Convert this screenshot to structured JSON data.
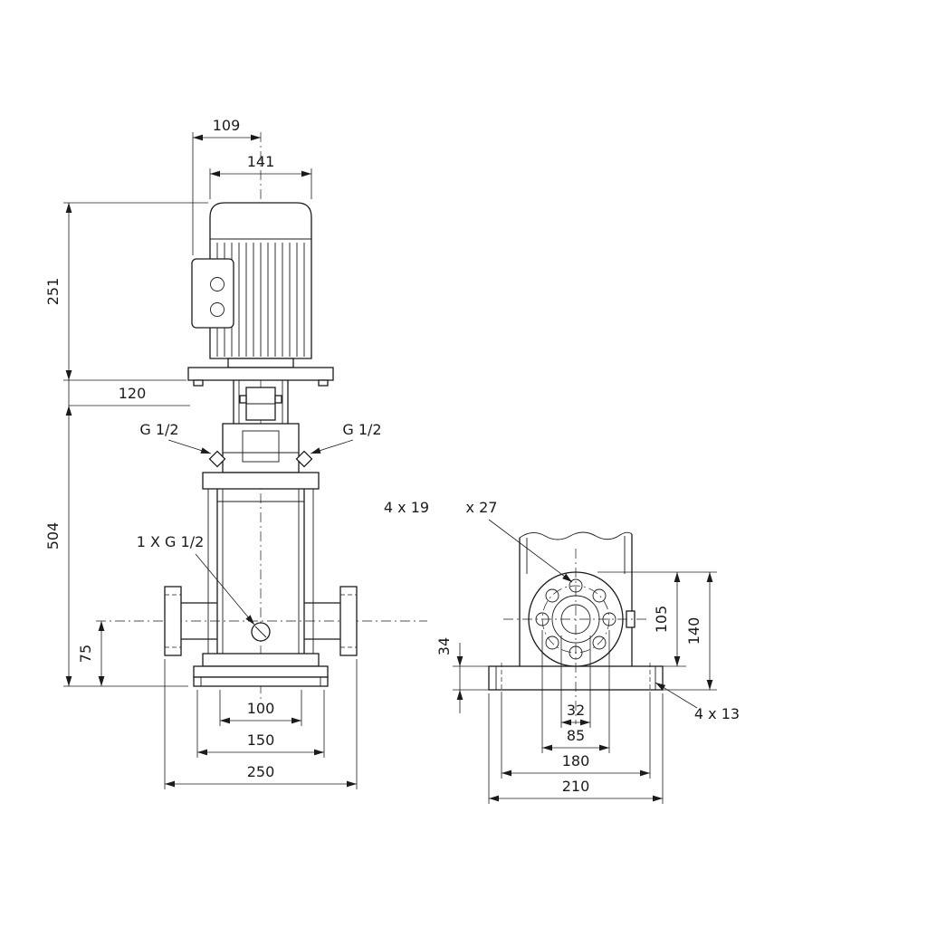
{
  "colors": {
    "background": "#ffffff",
    "line": "#1b1b1b"
  },
  "front_view": {
    "dims": {
      "d109": "109",
      "d141": "141",
      "d251": "251",
      "d120": "120",
      "d504": "504",
      "d75": "75",
      "d100": "100",
      "d150": "150",
      "d250": "250"
    },
    "labels": {
      "plug_left": "G 1/2",
      "plug_right": "G 1/2",
      "drain_port": "1 X G 1/2"
    }
  },
  "side_view": {
    "dims": {
      "d34": "34",
      "d105": "105",
      "d140": "140",
      "d32": "32",
      "d85": "85",
      "d180": "180",
      "d210": "210"
    },
    "labels": {
      "flange_holes": "4 x 19",
      "flange_counterbore": "x 27",
      "base_holes": "4  x  13"
    }
  }
}
